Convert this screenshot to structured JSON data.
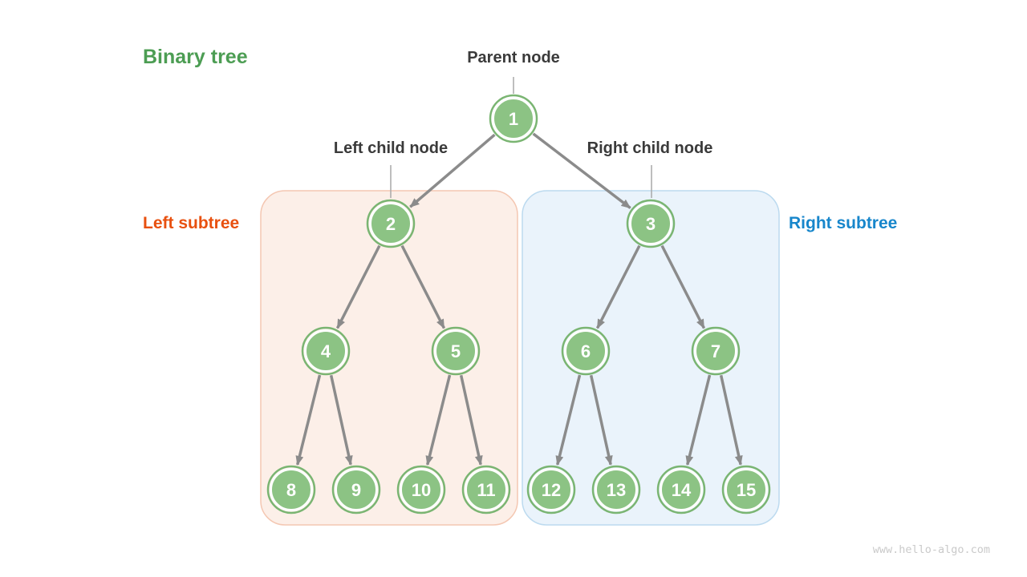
{
  "diagram": {
    "title": "Binary tree",
    "labels": {
      "parent_node": "Parent node",
      "left_child_node": "Left child node",
      "right_child_node": "Right child node",
      "left_subtree": "Left subtree",
      "right_subtree": "Right subtree"
    },
    "watermark": "www.hello-algo.com",
    "node_values": [
      1,
      2,
      3,
      4,
      5,
      6,
      7,
      8,
      9,
      10,
      11,
      12,
      13,
      14,
      15
    ],
    "edges": [
      [
        1,
        2
      ],
      [
        1,
        3
      ],
      [
        2,
        4
      ],
      [
        2,
        5
      ],
      [
        3,
        6
      ],
      [
        3,
        7
      ],
      [
        4,
        8
      ],
      [
        4,
        9
      ],
      [
        5,
        10
      ],
      [
        5,
        11
      ],
      [
        6,
        12
      ],
      [
        6,
        13
      ],
      [
        7,
        14
      ],
      [
        7,
        15
      ]
    ],
    "colors": {
      "title_green": "#4c9d53",
      "label_text": "#3a3a3a",
      "left_subtree_text": "#e8500f",
      "right_subtree_text": "#1786cb",
      "left_subtree_fill": "#fcefe8",
      "left_subtree_border": "#f4c7b2",
      "right_subtree_fill": "#eaf3fb",
      "right_subtree_border": "#bcdaef",
      "node_fill": "#8cc384",
      "node_ring": "#7ab572",
      "node_number_text": "#ffffff",
      "arrow": "#8b8b8b",
      "pointer_line": "#a8a8a8",
      "watermark": "#cacaca"
    }
  }
}
